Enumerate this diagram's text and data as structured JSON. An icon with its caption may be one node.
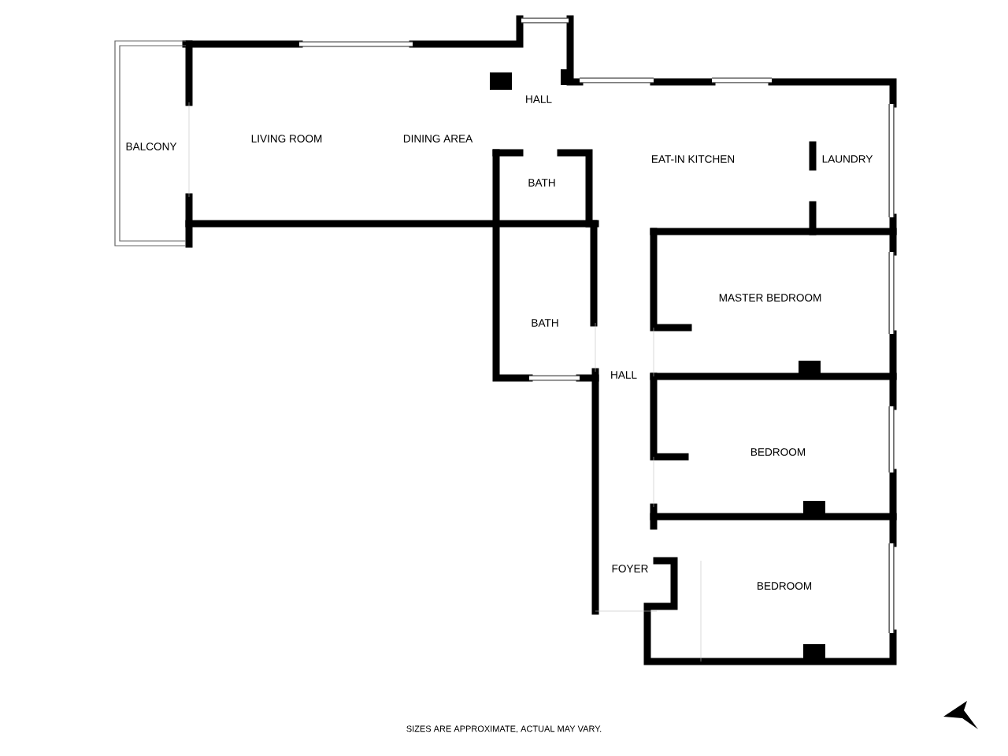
{
  "diagram": {
    "labels": [
      "HALL",
      "BALCONY",
      "LIVING ROOM",
      "DINING AREA",
      "EAT-IN KITCHEN",
      "LAUNDRY",
      "BATH",
      "MASTER BEDROOM",
      "BATH",
      "HALL",
      "BEDROOM",
      "FOYER",
      "BEDROOM",
      "SIZES ARE APPROXIMATE, ACTUAL MAY VARY."
    ]
  }
}
